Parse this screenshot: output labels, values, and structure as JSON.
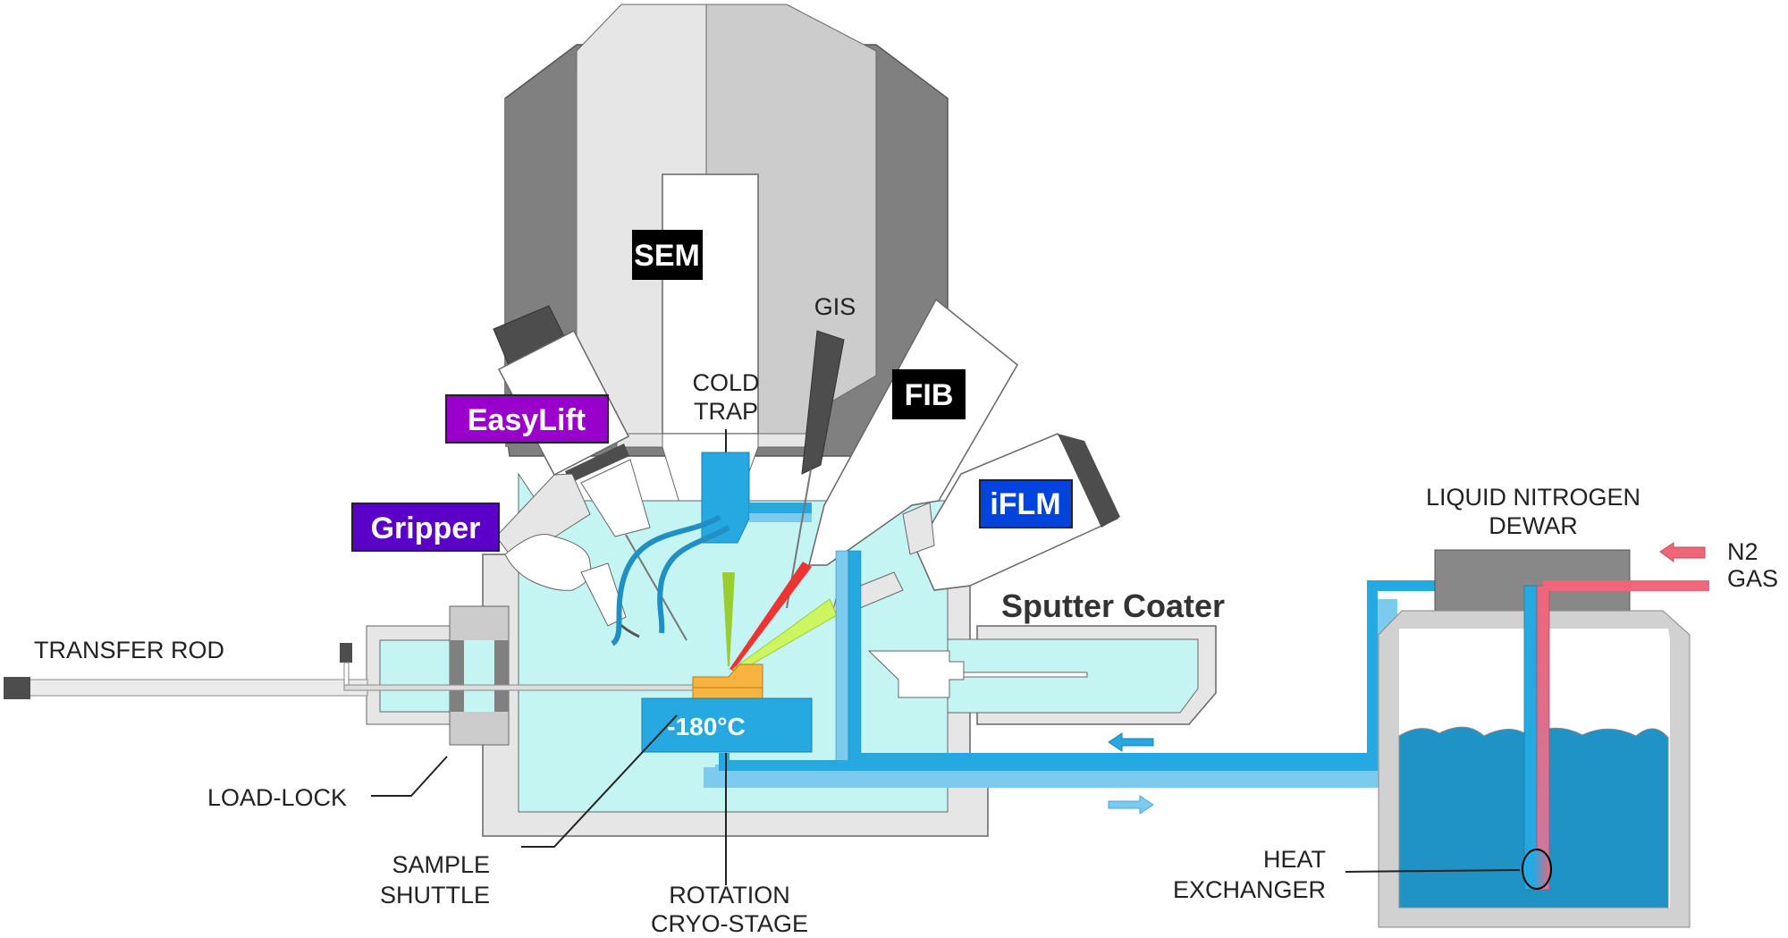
{
  "title": "Cryo-FIB/SEM chamber schematic",
  "labels": {
    "sem": "SEM",
    "fib": "FIB",
    "gis": "GIS",
    "cold_trap_line1": "COLD",
    "cold_trap_line2": "TRAP",
    "easylift": "EasyLift",
    "gripper": "Gripper",
    "iflm": "iFLM",
    "sputter_coater": "Sputter Coater",
    "transfer_rod": "TRANSFER ROD",
    "load_lock": "LOAD-LOCK",
    "sample_line1": "SAMPLE",
    "sample_line2": "SHUTTLE",
    "stage_line1": "ROTATION",
    "stage_line2": "CRYO-STAGE",
    "temperature": "-180°C",
    "dewar_line1": "LIQUID NITROGEN",
    "dewar_line2": "DEWAR",
    "gas_line1": "N2",
    "gas_line2": "GAS",
    "hx_line1": "HEAT",
    "hx_line2": "EXCHANGER"
  },
  "colors": {
    "chamber_fill": "#c5f5f2",
    "cold_blue": "#26a8e0",
    "light_blue": "#7ccbef",
    "ln2_blue": "#1f93c6",
    "gas_red": "#ee667a",
    "shuttle_orange": "#f9b440",
    "easylift_purple": "#9900cc",
    "gripper_purple": "#5a00c8",
    "iflm_blue": "#0044dd",
    "beam_green": "#9acd32",
    "beam_red": "#ee3333",
    "beam_yellowgreen": "#ccf560"
  }
}
